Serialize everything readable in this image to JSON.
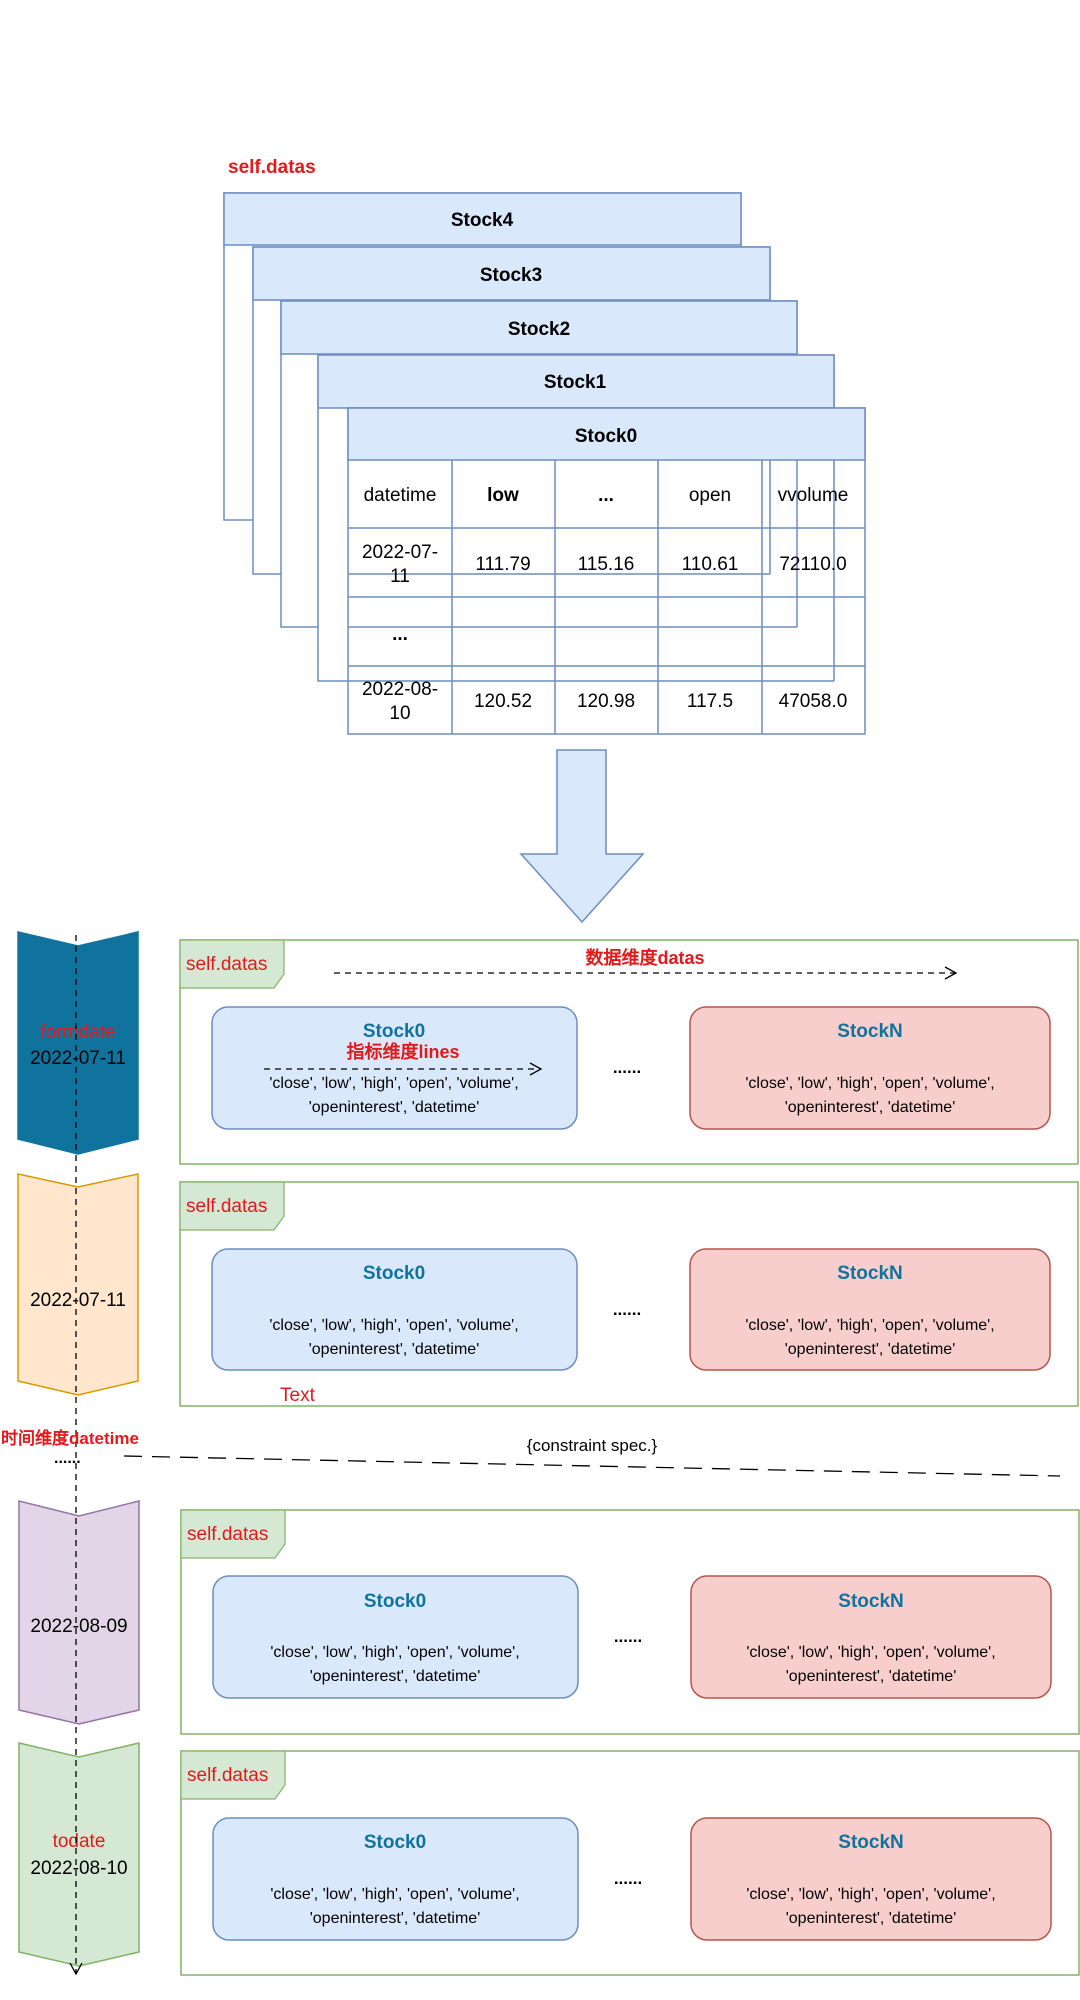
{
  "top": {
    "label": "self.datas",
    "stacks": [
      "Stock4",
      "Stock3",
      "Stock2",
      "Stock1",
      "Stock0"
    ],
    "table": {
      "headers": [
        "datetime",
        "low",
        "...",
        "open",
        "vvolume"
      ],
      "row1": [
        "2022-07-11",
        "111.79",
        "115.16",
        "110.61",
        "72110.0"
      ],
      "ellipsis": "...",
      "row3": [
        "2022-08-10",
        "120.52",
        "120.98",
        "117.5",
        "47058.0"
      ]
    }
  },
  "dims": {
    "datas": "数据维度datas",
    "lines": "指标维度lines",
    "datetime": "时间维度datetime",
    "datetime_dots": "......",
    "constraint": "{constraint spec.}"
  },
  "stray_text": "Text",
  "fields_line1": "'close', 'low', 'high', 'open', 'volume',",
  "fields_line2": "'openinterest', 'datetime'",
  "frames": [
    {
      "tag": "self.datas",
      "date_label": "formdate",
      "date": "2022-07-11",
      "stock0": "Stock0",
      "stockN": "StockN",
      "dots": "......"
    },
    {
      "tag": "self.datas",
      "date_label": "",
      "date": "2022-07-11",
      "stock0": "Stock0",
      "stockN": "StockN",
      "dots": "......"
    },
    {
      "tag": "self.datas",
      "date_label": "",
      "date": "2022-08-09",
      "stock0": "Stock0",
      "stockN": "StockN",
      "dots": "......"
    },
    {
      "tag": "self.datas",
      "date_label": "todate",
      "date": "2022-08-10",
      "stock0": "Stock0",
      "stockN": "StockN",
      "dots": "......"
    }
  ],
  "colors": {
    "stock_fill": "#dae8fc",
    "stock_stroke": "#6c8ebf",
    "red_fill": "#f8cecc",
    "red_stroke": "#b85450",
    "frame_stroke": "#82b366",
    "tag_fill": "#d5e8d4",
    "chevron1": "#10739e",
    "chevron2_fill": "#ffe6cc",
    "chevron2_stroke": "#d79b00",
    "chevron3_fill": "#e1d5e7",
    "chevron3_stroke": "#9673a6",
    "chevron4_fill": "#d5e8d4",
    "chevron4_stroke": "#82b366",
    "stock_text": "#10739e",
    "red_text": "#e31a1c"
  }
}
